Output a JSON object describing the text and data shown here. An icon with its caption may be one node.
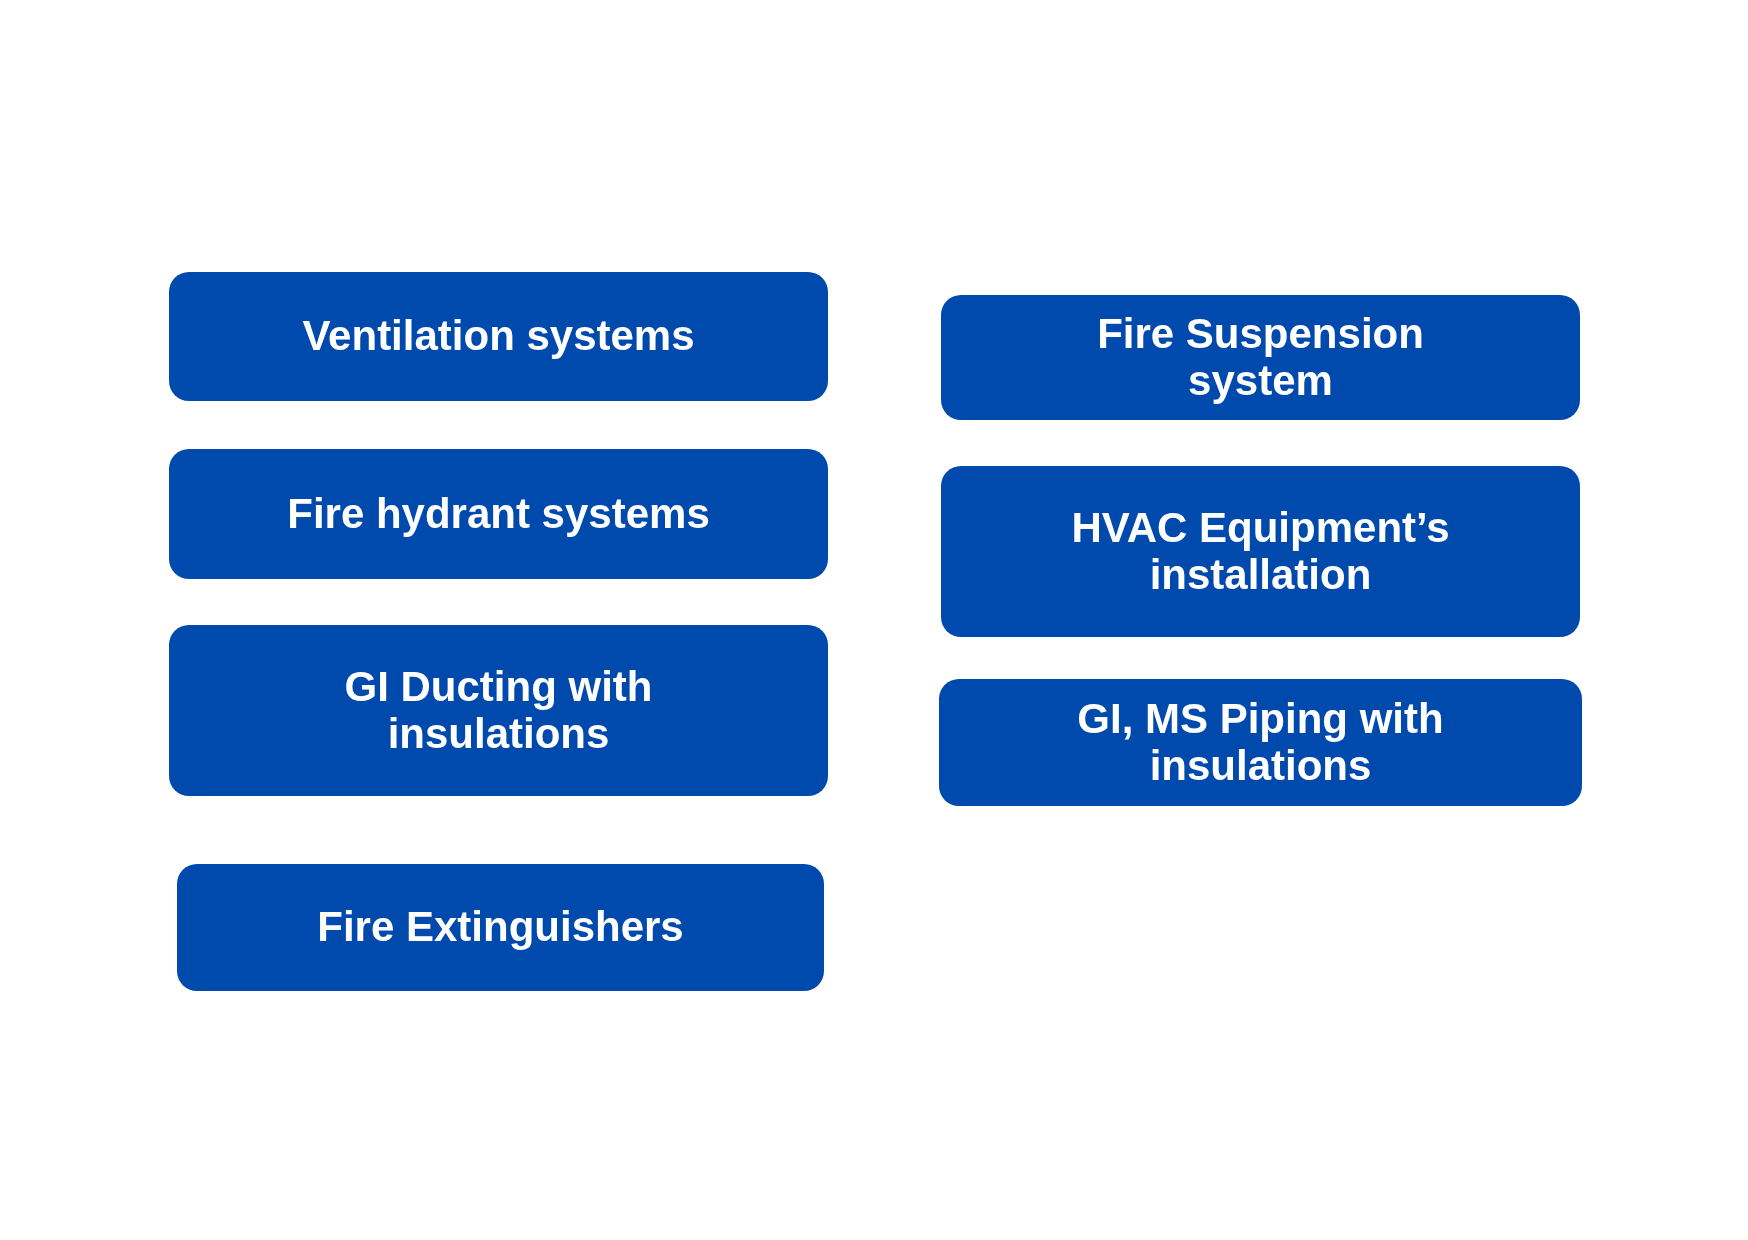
{
  "diagram": {
    "nodes": [
      {
        "text": [
          "Ventilation systems"
        ]
      },
      {
        "text": [
          "Fire hydrant systems"
        ]
      },
      {
        "text": [
          "GI Ducting with insulations"
        ]
      },
      {
        "text": [
          "Fire Extinguishers"
        ]
      },
      {
        "text": [
          "Fire Suspension system"
        ]
      },
      {
        "text": [
          "HVAC Equipment’s installation"
        ]
      },
      {
        "text": [
          "GI, MS Piping with insulations"
        ]
      }
    ]
  }
}
